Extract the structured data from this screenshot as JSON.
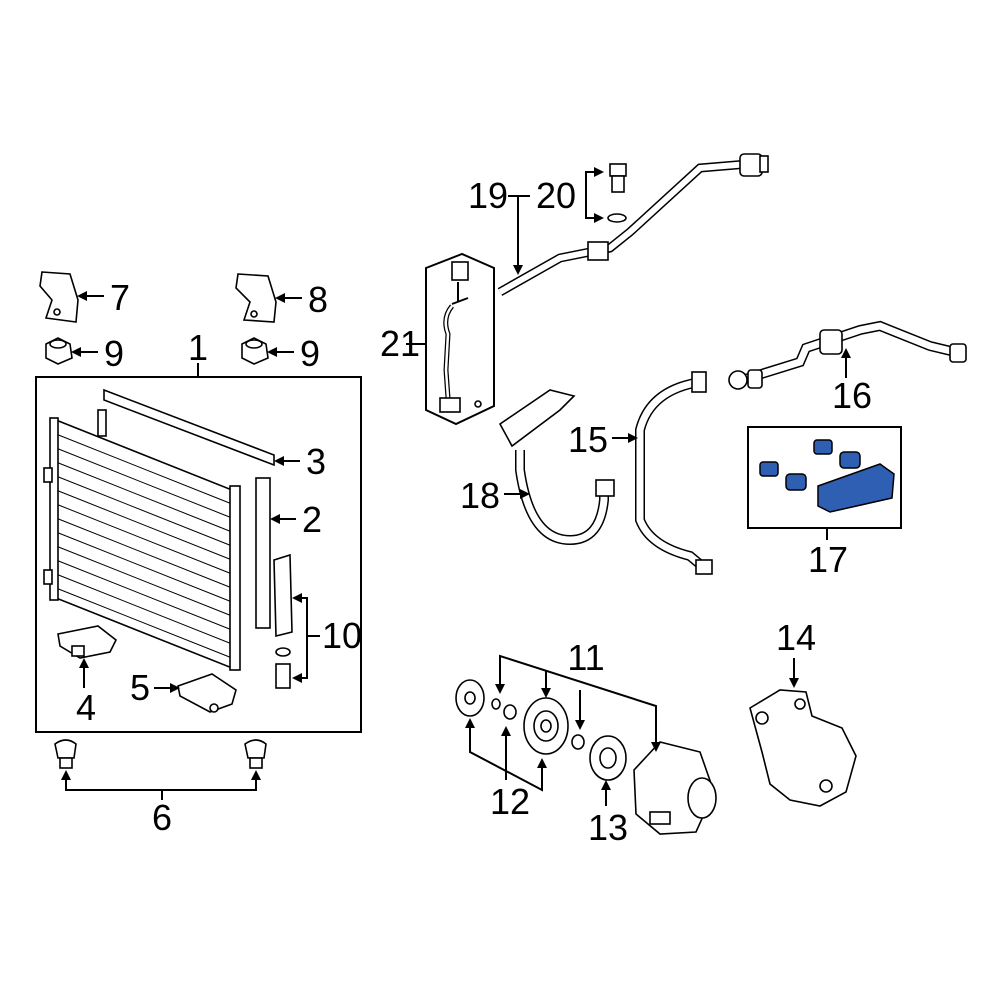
{
  "colors": {
    "line": "#000000",
    "background": "#ffffff",
    "highlight": "#2f5fb3"
  },
  "callouts": {
    "c1": "1",
    "c2": "2",
    "c3": "3",
    "c4": "4",
    "c5": "5",
    "c6": "6",
    "c7": "7",
    "c8": "8",
    "c9a": "9",
    "c9b": "9",
    "c10": "10",
    "c11": "11",
    "c12": "12",
    "c13": "13",
    "c14": "14",
    "c15": "15",
    "c16": "16",
    "c17": "17",
    "c18": "18",
    "c19": "19",
    "c20": "20",
    "c21": "21"
  },
  "highlighted_part": "17"
}
